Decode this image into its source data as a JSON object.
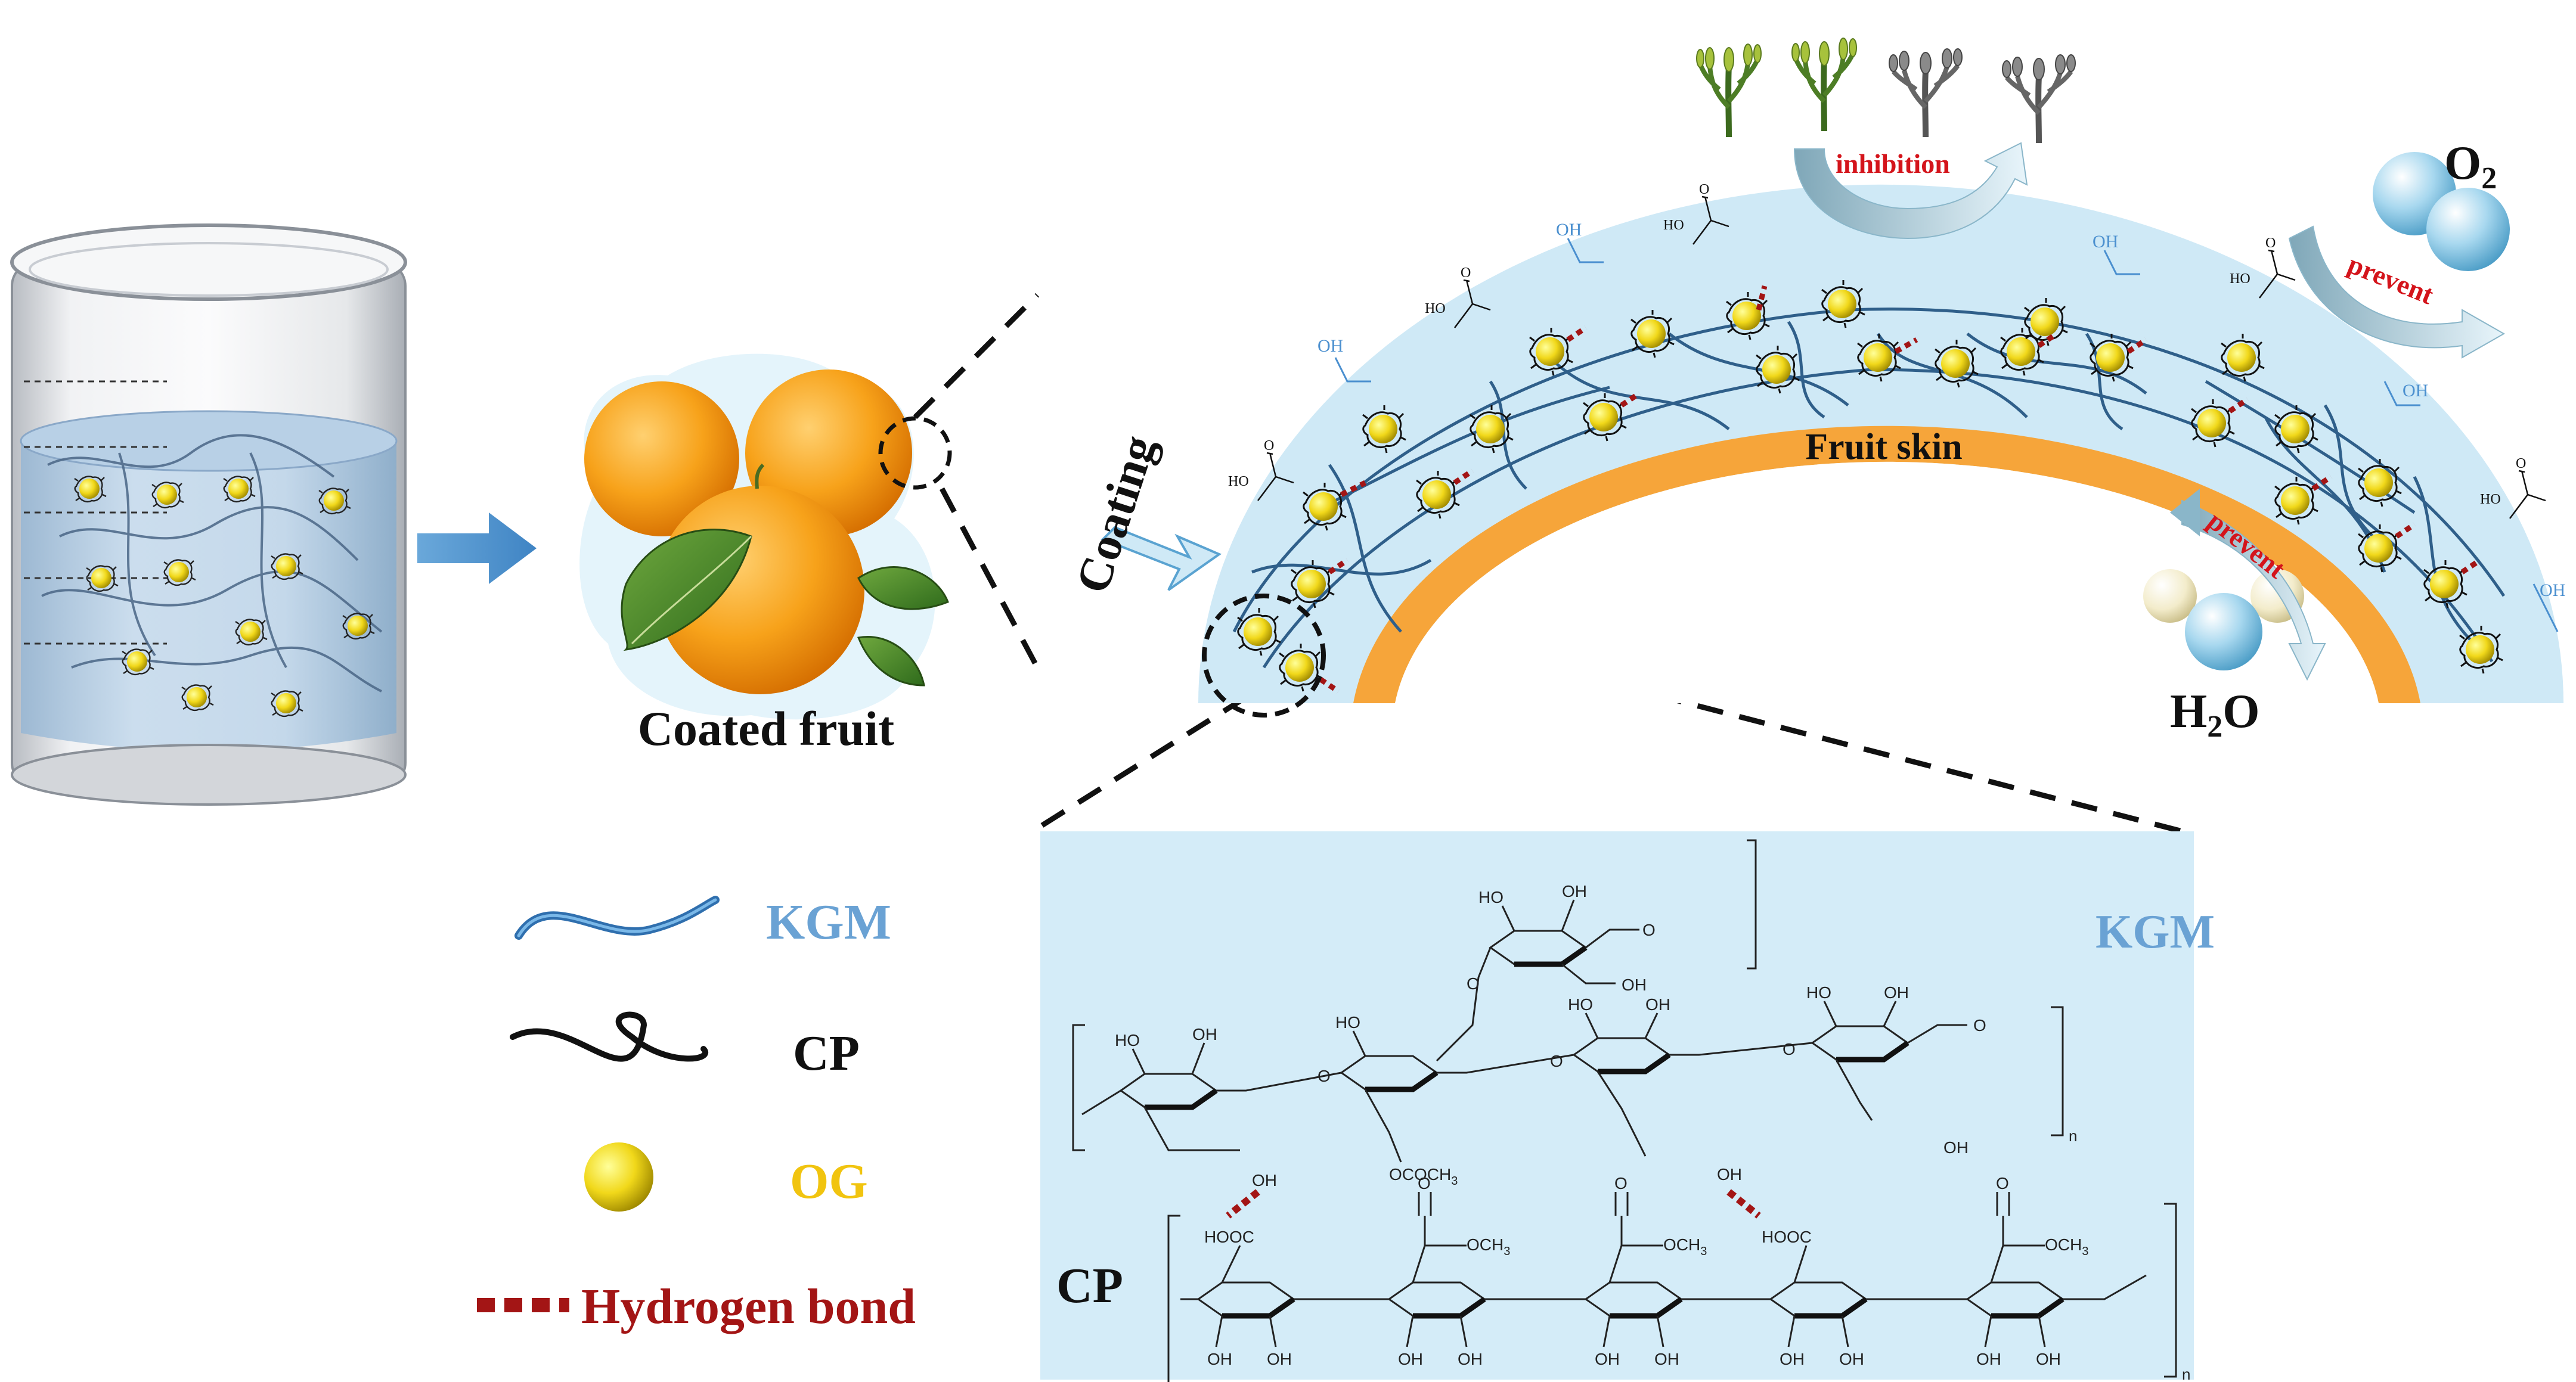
{
  "labels": {
    "coated_fruit": "Coated fruit",
    "coating": "Coating",
    "fruit_skin": "Fruit skin",
    "inhibition": "inhibition",
    "prevent_o2": "prevent",
    "prevent_h2o": "prevent",
    "o2_base": "O",
    "o2_sub": "2",
    "h2o_h": "H",
    "h2o_sub": "2",
    "h2o_o": "O",
    "oh": "OH",
    "ho": "HO",
    "o_atom": "O"
  },
  "legend": {
    "kgm": "KGM",
    "cp": "CP",
    "og": "OG",
    "hbond": "Hydrogen bond"
  },
  "structure": {
    "kgm_label": "KGM",
    "cp_label": "CP",
    "oh": "OH",
    "ho": "HO",
    "ococh3": "OCOCH",
    "ococh3_sub": "3",
    "och3": "OCH",
    "och3_sub": "3",
    "hooc": "HOOC",
    "o": "O",
    "n": "n"
  },
  "colors": {
    "kgm_blue": "#4a8fcf",
    "og_yellow": "#f1d81a",
    "hbond_red": "#a31515",
    "inhibition_red": "#d4141b",
    "skin_orange": "#f6a53a",
    "coating_light_blue": "#cfe9f6",
    "panel_bg": "#d4ecf8"
  },
  "icons": [
    "beaker-icon",
    "orange-fruit-icon",
    "mold-icon",
    "oxygen-molecule-icon",
    "water-molecule-icon",
    "arrow-icon"
  ]
}
